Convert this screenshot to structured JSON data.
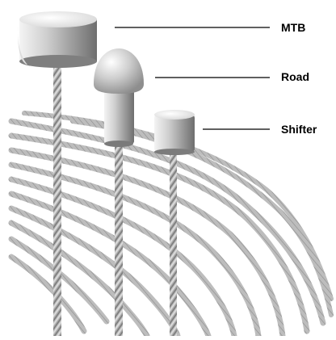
{
  "colors": {
    "background": "#ffffff",
    "leader_line": "#000000",
    "label_text": "#000000",
    "steel_light": "#f2f2f2",
    "steel_mid": "#b8b8b8",
    "steel_dark": "#6f6f6f"
  },
  "labels": {
    "mtb": "MTB",
    "road": "Road",
    "shifter": "Shifter"
  }
}
